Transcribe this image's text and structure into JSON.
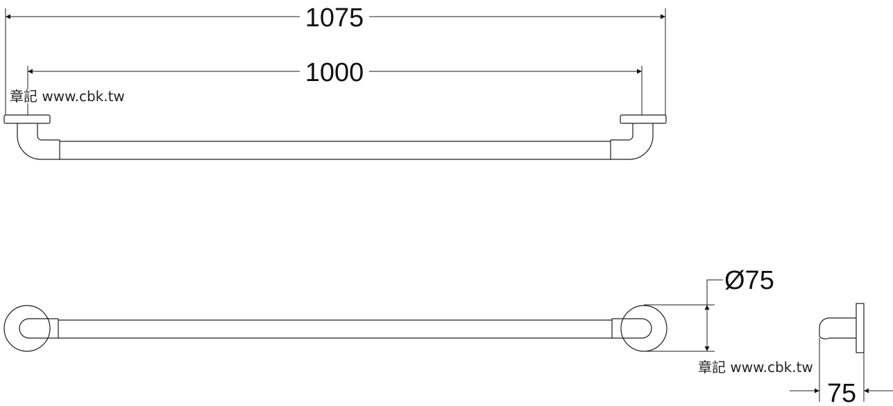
{
  "dimensions": {
    "overall_length": "1075",
    "bar_length": "1000",
    "flange_diameter": "Ø75",
    "projection": "75"
  },
  "watermark": {
    "text": "章記 www.cbk.tw"
  }
}
